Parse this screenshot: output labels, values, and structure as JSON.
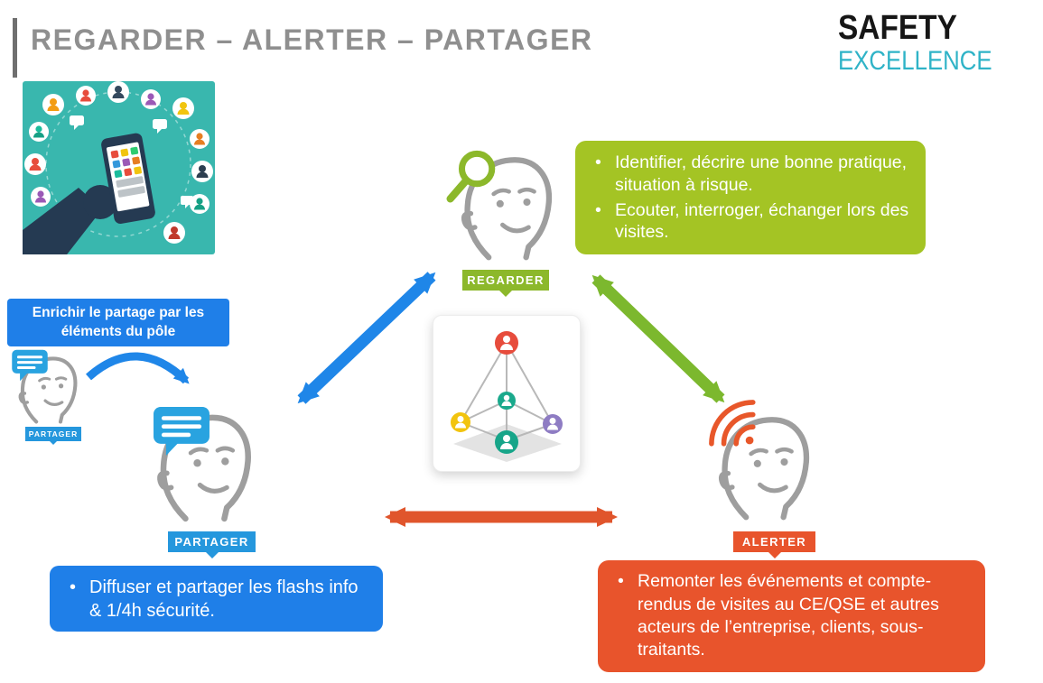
{
  "header": {
    "title": "REGARDER – ALERTER – PARTAGER",
    "logo": {
      "line1": "SAFETY",
      "line2": "EXCELLENCE"
    }
  },
  "colors": {
    "blue_box": "#1f7fe8",
    "blue_badge": "#2597dd",
    "green_box": "#a4c424",
    "green_badge": "#8cb82b",
    "orange": "#e8542c",
    "logo_teal": "#2fb3c7",
    "title_gray": "#8f8f8f",
    "face_gray": "#9e9e9e"
  },
  "nodes": {
    "regarder": {
      "label": "REGARDER"
    },
    "alerter": {
      "label": "ALERTER"
    },
    "partager": {
      "label": "PARTAGER"
    },
    "partager_small": {
      "label": "PARTAGER"
    }
  },
  "callouts": {
    "enrichir": {
      "text": "Enrichir le partage par les éléments du pôle"
    },
    "regarder": {
      "bullets": [
        "Identifier, décrire une bonne pratique, situation à risque.",
        "Ecouter, interroger, échanger lors des visites."
      ]
    },
    "partager": {
      "bullets": [
        "Diffuser et partager les flashs info & 1/4h sécurité."
      ]
    },
    "alerter": {
      "bullets": [
        "Remonter les événements et compte-rendus de visites au CE/QSE et autres acteurs de l’entreprise, clients, sous-traitants."
      ]
    }
  }
}
